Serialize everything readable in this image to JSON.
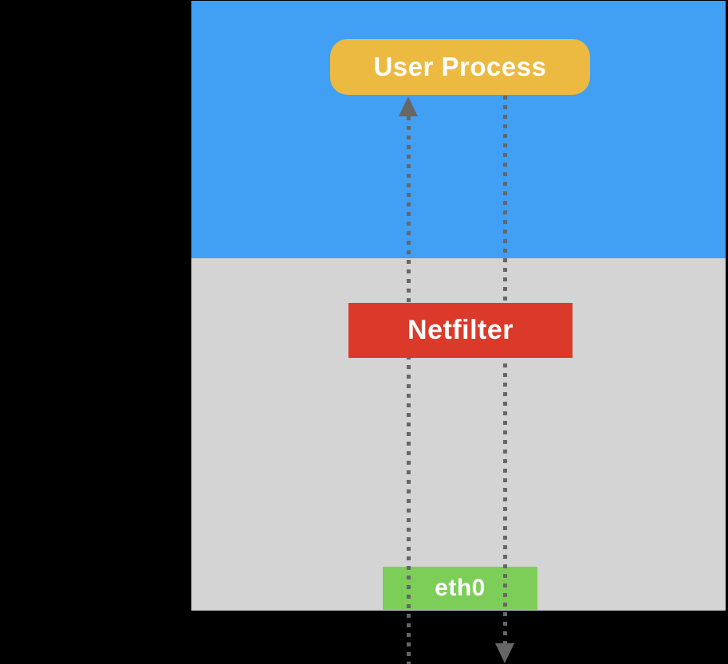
{
  "colors": {
    "canvas-bg": "#000000",
    "user-space-bg": "#41a0f3",
    "kernel-space-bg": "#d4d4d4",
    "user-process-bg": "#ecb941",
    "netfilter-bg": "#db3a2b",
    "eth0-bg": "#7dce58",
    "flow-color": "#666666",
    "label-text": "#ffffff"
  },
  "nodes": {
    "user_process": {
      "label": "User Process"
    },
    "netfilter": {
      "label": "Netfilter"
    },
    "eth0": {
      "label": "eth0"
    }
  },
  "flows": {
    "inbound": {
      "direction": "up",
      "line_style": "dotted"
    },
    "outbound": {
      "direction": "down",
      "line_style": "dotted"
    }
  }
}
